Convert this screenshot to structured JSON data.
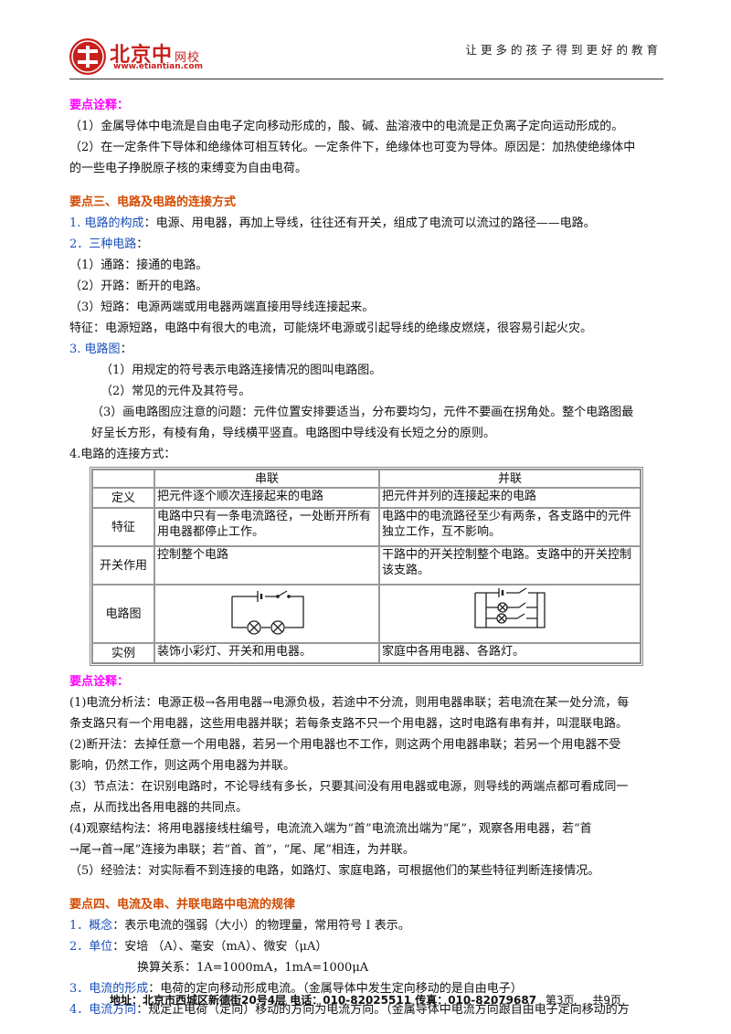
{
  "header": {
    "logo_name": "北京",
    "logo_name2": "中",
    "logo_suffix": "网校",
    "logo_url": "www.etiantian.com",
    "slogan": "让更多的孩子得到更好的教育",
    "brand_color": "#c8201c"
  },
  "note1": {
    "label": "要点诠释：",
    "lines": [
      "（1）金属导体中电流是自由电子定向移动形成的，酸、碱、盐溶液中的电流是正负离子定向运动形成的。",
      "（2）在一定条件下导体和绝缘体可相互转化。一定条件下，绝缘体也可变为导体。原因是：加热使绝缘体中",
      "的一些电子挣脱原子核的束缚变为自由电荷。"
    ]
  },
  "sec3": {
    "title": "要点三、电路及电路的连接方式",
    "i1_num": "1. ",
    "i1_term": "电路的构成",
    "i1_text": "：电源、用电器，再加上导线，往往还有开关，组成了电流可以流过的路径——电路。",
    "i2_num": "2．",
    "i2_term": "三种电路",
    "i2_text": "：",
    "kinds": [
      "（1）通路：接通的电路。",
      "（2）开路：断开的电路。",
      "（3）短路：电源两端或用电器两端直接用导线连接起来。"
    ],
    "feature": "特征：电源短路，电路中有很大的电流，可能烧坏电源或引起导线的绝缘皮燃烧，很容易引起火灾。",
    "i3_num": "3. ",
    "i3_term": "电路图",
    "i3_text": "：",
    "diagram_lines": [
      "（1）用规定的符号表示电路连接情况的图叫电路图。",
      "（2）常见的元件及其符号。"
    ],
    "diagram_note1": "（3）画电路图应注意的问题：元件位置安排要适当，分布要均匀，元件不要画在拐角处。整个电路图最",
    "diagram_note2": "好呈长方形，有棱有角，导线横平竖直。电路图中导线没有长短之分的原则。",
    "i4": "4.电路的连接方式："
  },
  "table": {
    "head": [
      "",
      "串联",
      "并联"
    ],
    "rows": [
      [
        "定义",
        "把元件逐个顺次连接起来的电路",
        "把元件并列的连接起来的电路"
      ],
      [
        "特征",
        "电路中只有一条电流路径，一处断开所有用电器都停止工作。",
        "电路中的电流路径至少有两条，各支路中的元件独立工作，互不影响。"
      ],
      [
        "开关作用",
        "控制整个电路",
        "干路中的开关控制整个电路。支路中的开关控制该支路。"
      ],
      [
        "电路图",
        "",
        ""
      ],
      [
        "实例",
        "装饰小彩灯、开关和用电器。",
        "家庭中各用电器、各路灯。"
      ]
    ]
  },
  "note2": {
    "label": "要点诠释：",
    "lines": [
      "(1)电流分析法：电源正极→各用电器→电源负极，若途中不分流，则用电器串联；若电流在某一处分流，每",
      "条支路只有一个用电器，这些用电器并联；若每条支路不只一个用电器，这时电路有串有并，叫混联电路。",
      "(2)断开法：去掉任意一个用电器，若另一个用电器也不工作，则这两个用电器串联；若另一个用电器不受",
      "影响，仍然工作，则这两个用电器为并联。",
      "(3）节点法：在识别电路时，不论导线有多长，只要其间没有用电器或电源，则导线的两端点都可看成同一",
      "点，从而找出各用电器的共同点。",
      "(4)观察结构法：将用电器接线柱编号，电流流入端为“首”电流流出端为“尾”，观察各用电器，若“首",
      "→尾→首→尾”连接为串联；若“首、首”，“尾、尾”相连，为并联。",
      "（5）经验法：对实际看不到连接的电路，如路灯、家庭电路，可根据他们的某些特征判断连接情况。"
    ]
  },
  "sec4": {
    "title": "要点四、电流及串、并联电路中电流的规律",
    "l1_num": "1．",
    "l1_term": "概念",
    "l1_text": "：表示电流的强弱（大小）的物理量，常用符号 I 表示。",
    "l2_num": "2．",
    "l2_term": "单位",
    "l2_text": "：安培 （A）、毫安（mA）、微安（μA）",
    "l2b": "换算关系：1A=1000mA，1mA=1000μA",
    "l3_num": "3．",
    "l3_term": "电流的形成",
    "l3_text": "：电荷的定向移动形成电流。（金属导体中发生定向移动的是自由电子）",
    "l4_num": "4．",
    "l4_term": "电流方向",
    "l4_text": "：规定正电荷（定向）移动的方向为电流方向。（金属导体中电流方向跟自由电子定向移动的方"
  },
  "footer": {
    "address": "地址：北京市西城区新德街20号4层 电话：010-82025511 传真：010-82079687",
    "page": "第3页",
    "total": "共9页"
  }
}
